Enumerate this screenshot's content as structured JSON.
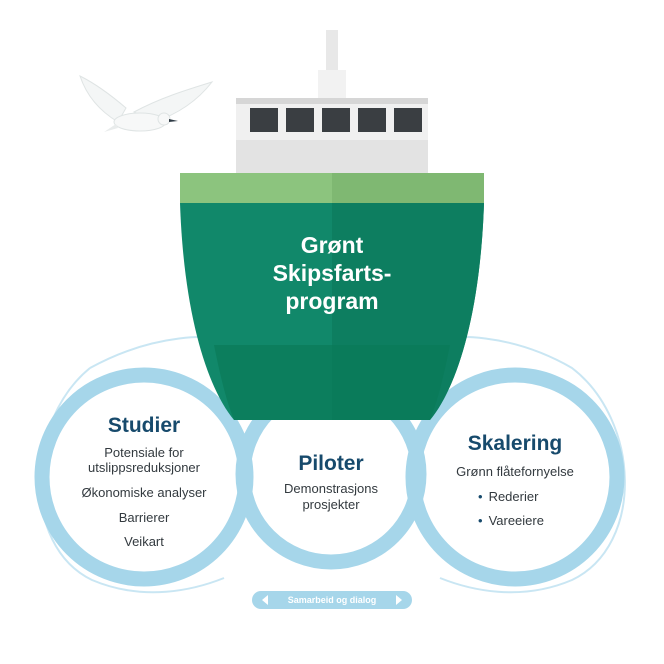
{
  "ship": {
    "title_lines": [
      "Grønt",
      "Skipsfarts-",
      "program"
    ]
  },
  "studier": {
    "heading": "Studier",
    "items": [
      "Potensiale for",
      "utslippsreduksjoner",
      "Økonomiske analyser",
      "Barrierer",
      "Veikart"
    ]
  },
  "piloter": {
    "heading": "Piloter",
    "items": [
      "Demonstrasjons",
      "prosjekter"
    ]
  },
  "skalering": {
    "heading": "Skalering",
    "intro": "Grønn flåtefornyelse",
    "bullets": [
      "Rederier",
      "Vareeiere"
    ]
  },
  "footer": {
    "label": "Samarbeid og dialog"
  },
  "colors": {
    "hull_dark": "#0a7a58",
    "hull_mid": "#11886a",
    "deck_green": "#8cc47e",
    "ring_blue": "#a6d6ea",
    "wave_line": "#c9e6f3",
    "heading_navy": "#174a6c",
    "window": "#3a3e42"
  },
  "icons": [
    "seagull-icon",
    "chevron-left-icon",
    "chevron-right-icon"
  ]
}
